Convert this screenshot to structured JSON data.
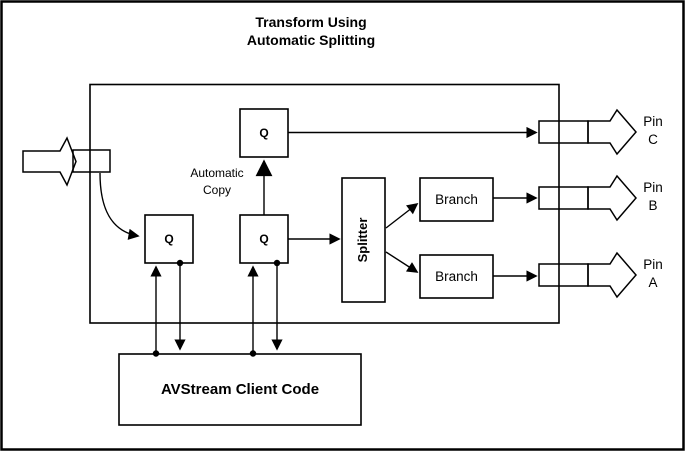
{
  "title": {
    "line1": "Transform Using",
    "line2": "Automatic Splitting"
  },
  "filter": {
    "queue_top": "Q",
    "queue_left": "Q",
    "queue_right": "Q",
    "auto_copy": {
      "line1": "Automatic",
      "line2": "Copy"
    },
    "splitter": "Splitter",
    "branch_top": "Branch",
    "branch_bottom": "Branch"
  },
  "pins": {
    "c": {
      "word": "Pin",
      "letter": "C"
    },
    "b": {
      "word": "Pin",
      "letter": "B"
    },
    "a": {
      "word": "Pin",
      "letter": "A"
    }
  },
  "client": {
    "label": "AVStream Client Code"
  },
  "colors": {
    "ink": "#000000",
    "paper": "#ffffff"
  }
}
